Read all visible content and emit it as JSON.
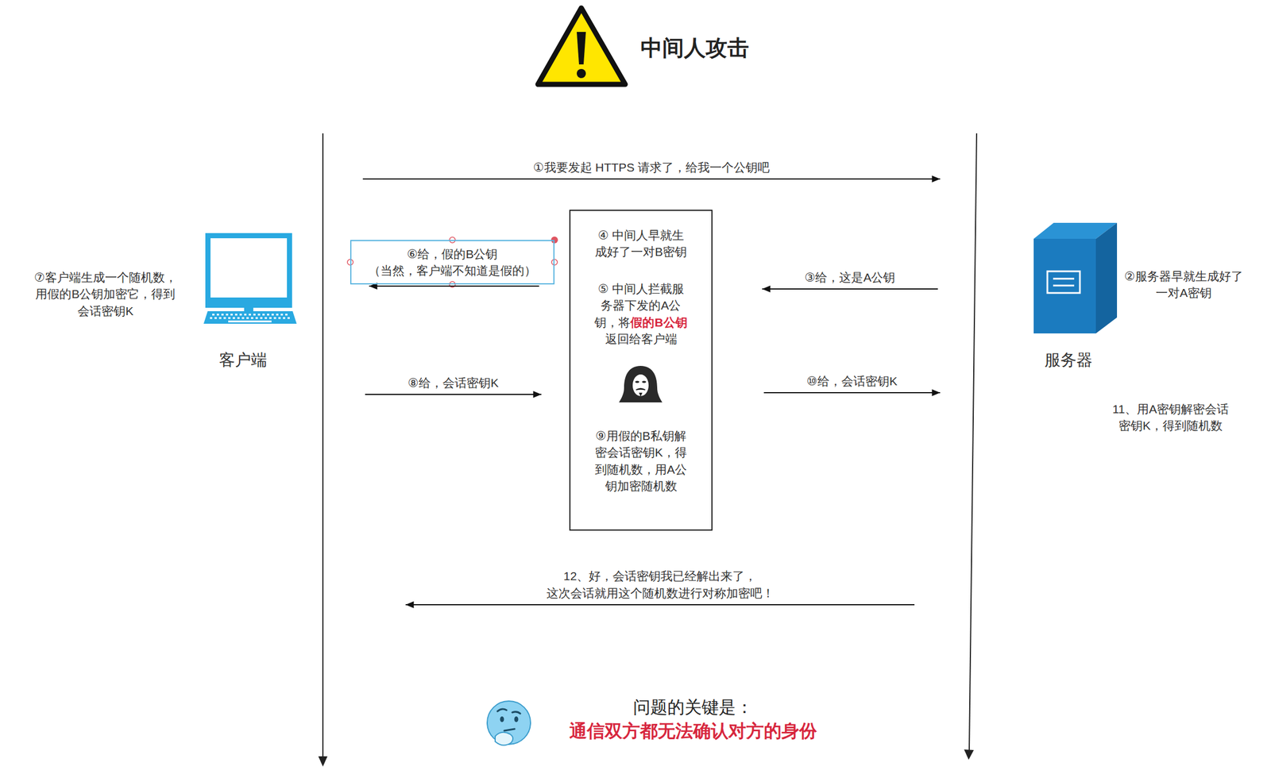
{
  "diagram": {
    "title": "中间人攻击",
    "nodes": [
      {
        "text": [
          "客户端"
        ]
      },
      {
        "text": [
          "⑥给，假的B公钥",
          "（当然，客户端不知道是假的）"
        ]
      },
      {
        "text": [
          "④ 中间人早就生成好了一对B密钥",
          "⑤ 中间人拦截服务器下发的A公钥，将",
          "假的B公钥",
          "返回给客户端",
          "⑨用假的B私钥解密会话密钥K，得到随机数，用A公钥加密随机数"
        ]
      },
      {
        "text": [
          "服务器"
        ]
      }
    ],
    "edges": [
      {
        "from": 0,
        "to": 3,
        "arrow": "to",
        "label": "①我要发起 HTTPS 请求了，给我一个公钥吧"
      },
      {
        "from": 3,
        "to": 2,
        "arrow": "to",
        "label": "③给，这是A公钥"
      },
      {
        "from": 2,
        "to": 0,
        "arrow": "to"
      },
      {
        "from": 0,
        "to": 2,
        "arrow": "to",
        "label": "⑧给，会话密钥K"
      },
      {
        "from": 2,
        "to": 3,
        "arrow": "to",
        "label": "⑩给，会话密钥K"
      },
      {
        "from": 3,
        "to": 0,
        "arrow": "to",
        "label": "12、好，会话密钥我已经解出来了，这次会话就用这个随机数进行对称加密吧！"
      }
    ],
    "labels": [
      "⑦客户端生成一个随机数，用假的B公钥加密它，得到会话密钥K",
      "②服务器早就生成好了一对A密钥",
      "11、用A密钥解密会话密钥K，得到随机数",
      "问题的关键是：",
      "通信双方都无法确认对方的身份"
    ]
  }
}
